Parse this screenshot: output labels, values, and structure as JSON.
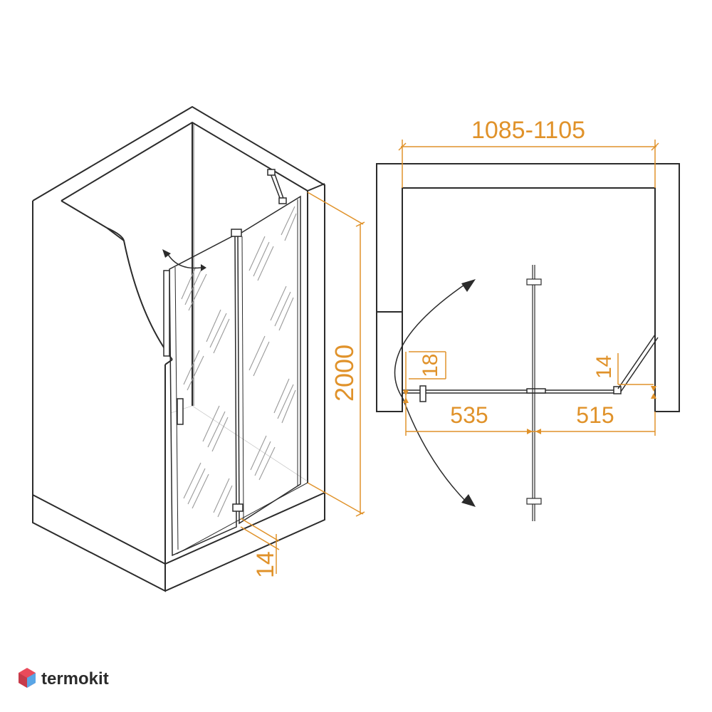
{
  "dimensions": {
    "width_range": "1085-1105",
    "height": "2000",
    "bottom_gap": "14",
    "left_offset": "18",
    "right_offset": "14",
    "left_leaf": "535",
    "right_leaf": "515"
  },
  "watermark": {
    "brand": "termokit",
    "logo_icon": "hexagon-logo-icon"
  },
  "colors": {
    "dimension": "#e0922a",
    "line": "#2b2b2b",
    "glass_pattern": "#9a9a9a",
    "logo_red": "#e94b5b",
    "logo_blue": "#5aa6e6"
  }
}
